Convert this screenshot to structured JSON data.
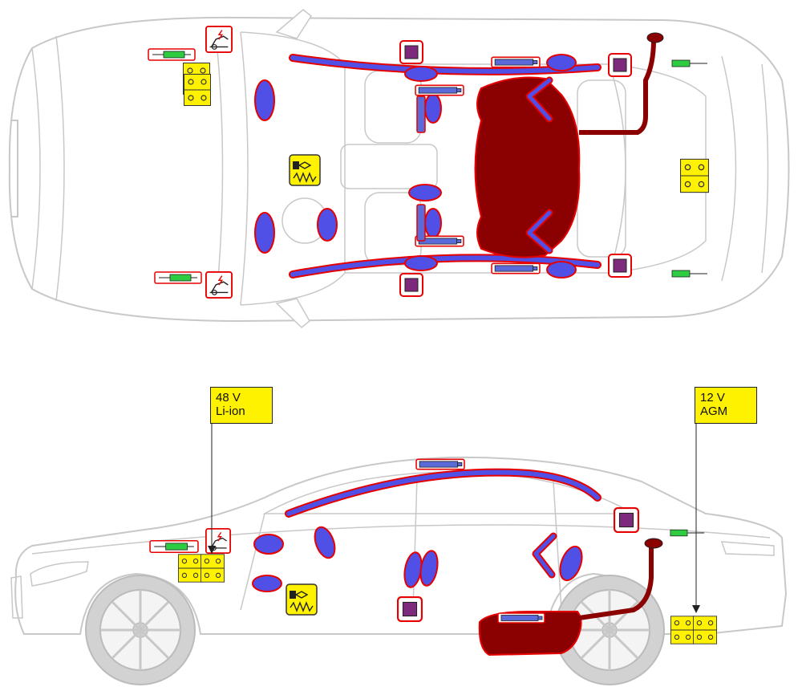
{
  "labels": {
    "battery_48v": {
      "line1": "48 V",
      "line2": "Li-ion"
    },
    "battery_12v": {
      "line1": "12 V",
      "line2": "AGM"
    }
  },
  "colors": {
    "car_outline": "#c8c8c8",
    "airbag_fill": "#5050e6",
    "airbag_border": "#e60000",
    "fuel_tank": "#8b0000",
    "sensor_box": "#7d2a7d",
    "battery": "#fff200",
    "high_voltage_cable": "#2ecc40",
    "gas_generator": "#5a6ad8",
    "label_box": "#fff200"
  },
  "icons": [
    "airbag-icon",
    "seatbelt-tensioner-icon",
    "gas-generator-icon",
    "fuel-tank-icon",
    "battery-icon",
    "pedestrian-protection-icon",
    "crash-sensor-icon",
    "bonnet-actuator-icon"
  ]
}
